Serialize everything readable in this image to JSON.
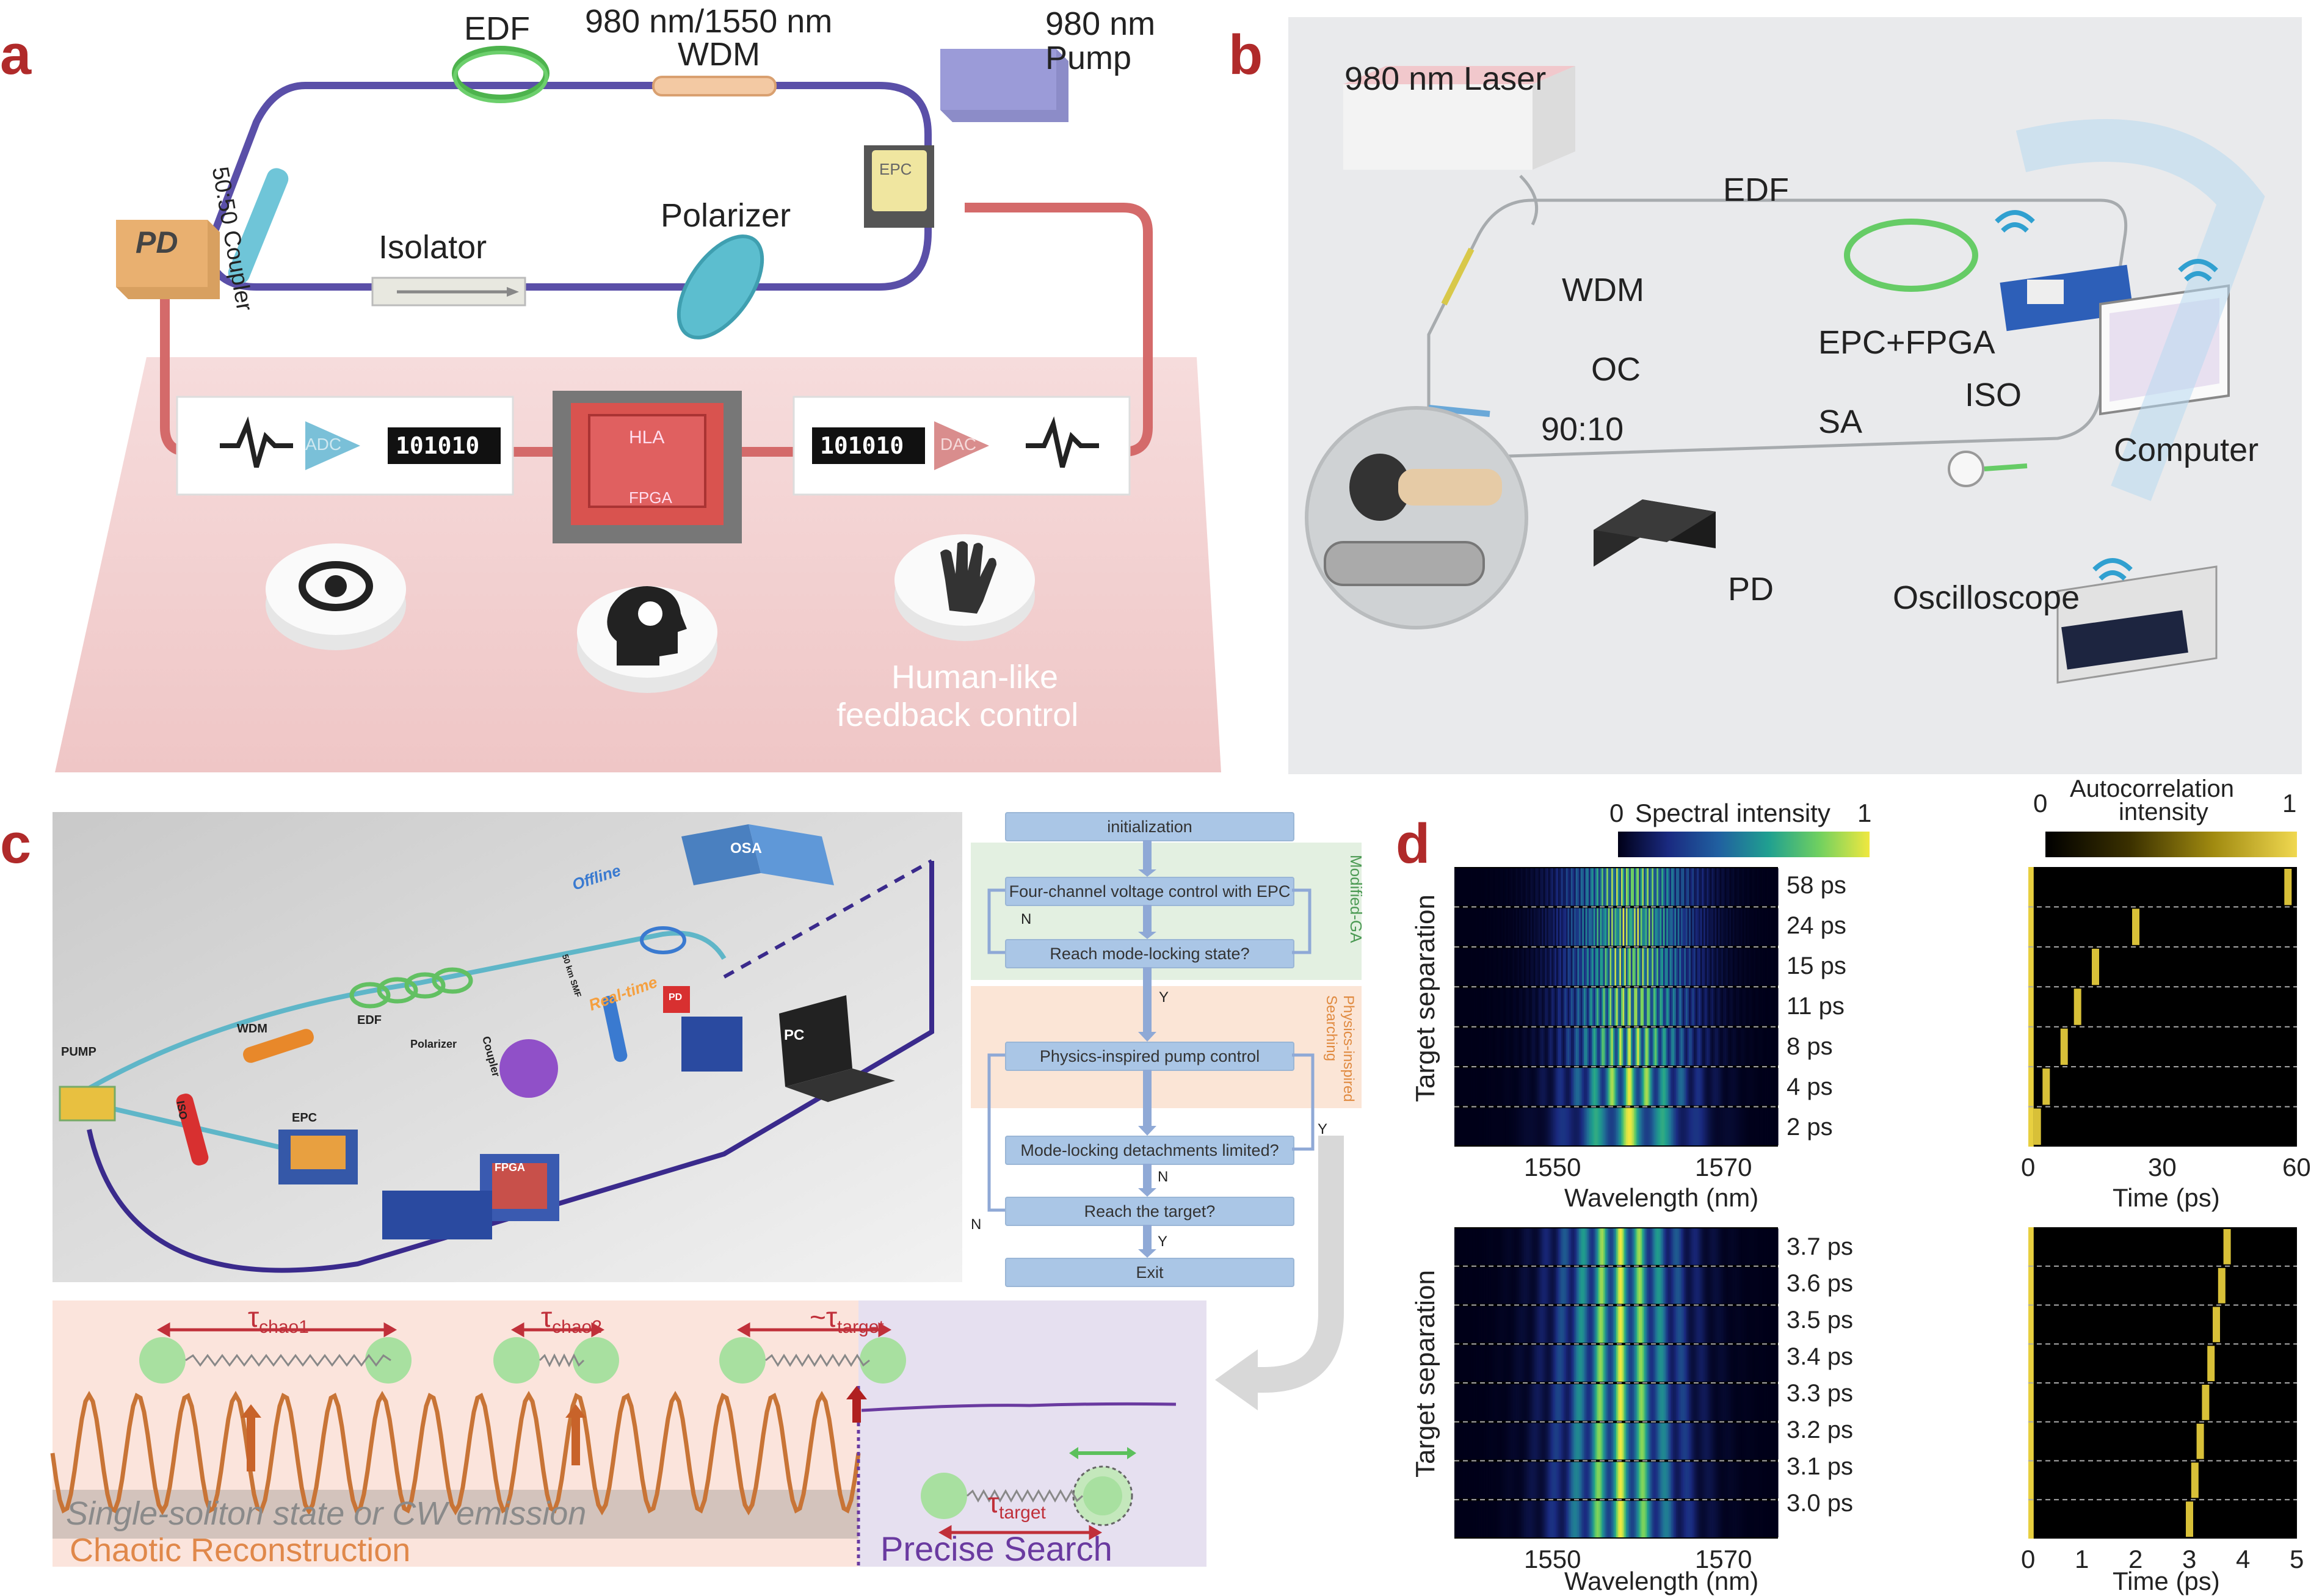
{
  "panel_a": {
    "letter": "a",
    "edf": "EDF",
    "wdm_line1": "980 nm/1550 nm",
    "wdm_line2": "WDM",
    "pump_line1": "980 nm",
    "pump_line2": "Pump",
    "coupler": "50:50 Coupler",
    "pd": "PD",
    "isolator": "Isolator",
    "polarizer": "Polarizer",
    "epc": "EPC",
    "adc": "ADC",
    "dac": "DAC",
    "bits_in": "101010",
    "bits_out": "101010",
    "hla": "HLA",
    "fpga": "FPGA",
    "feedback_line1": "Human-like",
    "feedback_line2": "feedback control",
    "icons": [
      "eye-icon",
      "head-gear-icon",
      "hand-icon"
    ]
  },
  "panel_b": {
    "letter": "b",
    "laser": "980 nm Laser",
    "edf": "EDF",
    "wdm": "WDM",
    "oc": "OC",
    "ratio": "90:10",
    "epc_fpga": "EPC+FPGA",
    "iso": "ISO",
    "sa": "SA",
    "pd": "PD",
    "computer": "Computer",
    "oscilloscope": "Oscilloscope"
  },
  "panel_c": {
    "letter": "c",
    "setup": {
      "pump": "PUMP",
      "iso": "ISO",
      "wdm": "WDM",
      "epc": "EPC",
      "edf": "EDF",
      "polarizer": "Polarizer",
      "coupler": "Coupler",
      "smf": "50 km SMF",
      "pd": "PD",
      "realtime": "Real-time",
      "offline": "Offline",
      "osa": "OSA",
      "pc": "PC",
      "fpga": "FPGA"
    },
    "flow": {
      "init": "initialization",
      "four_channel": "Four-channel voltage control with EPC",
      "reach_ml": "Reach mode-locking state?",
      "physics_pump": "Physics-inspired pump control",
      "detach": "Mode-locking detachments limited?",
      "reach_target": "Reach the target?",
      "exit": "Exit",
      "y": "Y",
      "n": "N",
      "modified_ga": "Modified-GA",
      "physics_search": "Physics-inspired Searching"
    },
    "bottom": {
      "tau_chao1": "τ",
      "tau_chao1_sub": "chao1",
      "tau_chao2": "τ",
      "tau_chao2_sub": "chao2",
      "tau_target_approx": "~τ",
      "tau_target_sub": "target",
      "tau_target2": "τ",
      "tau_target2_sub": "target",
      "single_soliton": "Single-soliton state or CW emission",
      "chaotic": "Chaotic Reconstruction",
      "precise": "Precise Search"
    }
  },
  "panel_d": {
    "letter": "d",
    "colorbar_left": {
      "min": "0",
      "title": "Spectral intensity",
      "max": "1"
    },
    "colorbar_right": {
      "min": "0",
      "title_line1": "Autocorrelation",
      "title_line2": "intensity",
      "max": "1"
    },
    "ylabel": "Target separation",
    "top_separations": [
      "58 ps",
      "24 ps",
      "15 ps",
      "11 ps",
      "8 ps",
      "4 ps",
      "2 ps"
    ],
    "bottom_separations": [
      "3.7 ps",
      "3.6 ps",
      "3.5 ps",
      "3.4 ps",
      "3.3 ps",
      "3.2 ps",
      "3.1 ps",
      "3.0 ps"
    ],
    "wl_ticks": [
      "1550",
      "1570"
    ],
    "wl_label": "Wavelength (nm)",
    "time_top_ticks": [
      "0",
      "30",
      "60"
    ],
    "time_top_label": "Time (ps)",
    "time_bot_ticks": [
      "0",
      "1",
      "2",
      "3",
      "4",
      "5"
    ],
    "time_bot_label": "Time (ps)",
    "chart_data": [
      {
        "type": "heatmap",
        "title": "",
        "xlabel": "Wavelength (nm)",
        "ylabel": "Target separation",
        "x_ticks": [
          1550,
          1570
        ],
        "xlim": [
          1543,
          1580
        ],
        "rows": [
          "58 ps",
          "24 ps",
          "15 ps",
          "11 ps",
          "8 ps",
          "4 ps",
          "2 ps"
        ],
        "fringe_period_nm": [
          0.14,
          0.33,
          0.53,
          0.73,
          1.0,
          2.0,
          4.0
        ],
        "center_nm": 1563
      },
      {
        "type": "heatmap",
        "xlabel": "Time (ps)",
        "ylabel": "Target separation",
        "x_ticks": [
          0,
          30,
          60
        ],
        "xlim": [
          0,
          60
        ],
        "rows": [
          "58 ps",
          "24 ps",
          "15 ps",
          "11 ps",
          "8 ps",
          "4 ps",
          "2 ps"
        ],
        "peak_ps": [
          58,
          24,
          15,
          11,
          8,
          4,
          2
        ]
      },
      {
        "type": "heatmap",
        "xlabel": "Wavelength (nm)",
        "ylabel": "Target separation",
        "x_ticks": [
          1550,
          1570
        ],
        "xlim": [
          1543,
          1580
        ],
        "rows": [
          "3.7 ps",
          "3.6 ps",
          "3.5 ps",
          "3.4 ps",
          "3.3 ps",
          "3.2 ps",
          "3.1 ps",
          "3.0 ps"
        ],
        "fringe_period_nm": [
          2.16,
          2.22,
          2.29,
          2.35,
          2.42,
          2.5,
          2.58,
          2.67
        ],
        "center_nm": 1562
      },
      {
        "type": "heatmap",
        "xlabel": "Time (ps)",
        "ylabel": "Target separation",
        "x_ticks": [
          0,
          1,
          2,
          3,
          4,
          5
        ],
        "xlim": [
          0,
          5
        ],
        "rows": [
          "3.7 ps",
          "3.6 ps",
          "3.5 ps",
          "3.4 ps",
          "3.3 ps",
          "3.2 ps",
          "3.1 ps",
          "3.0 ps"
        ],
        "peak_ps": [
          3.7,
          3.6,
          3.5,
          3.4,
          3.3,
          3.2,
          3.1,
          3.0
        ]
      }
    ]
  }
}
